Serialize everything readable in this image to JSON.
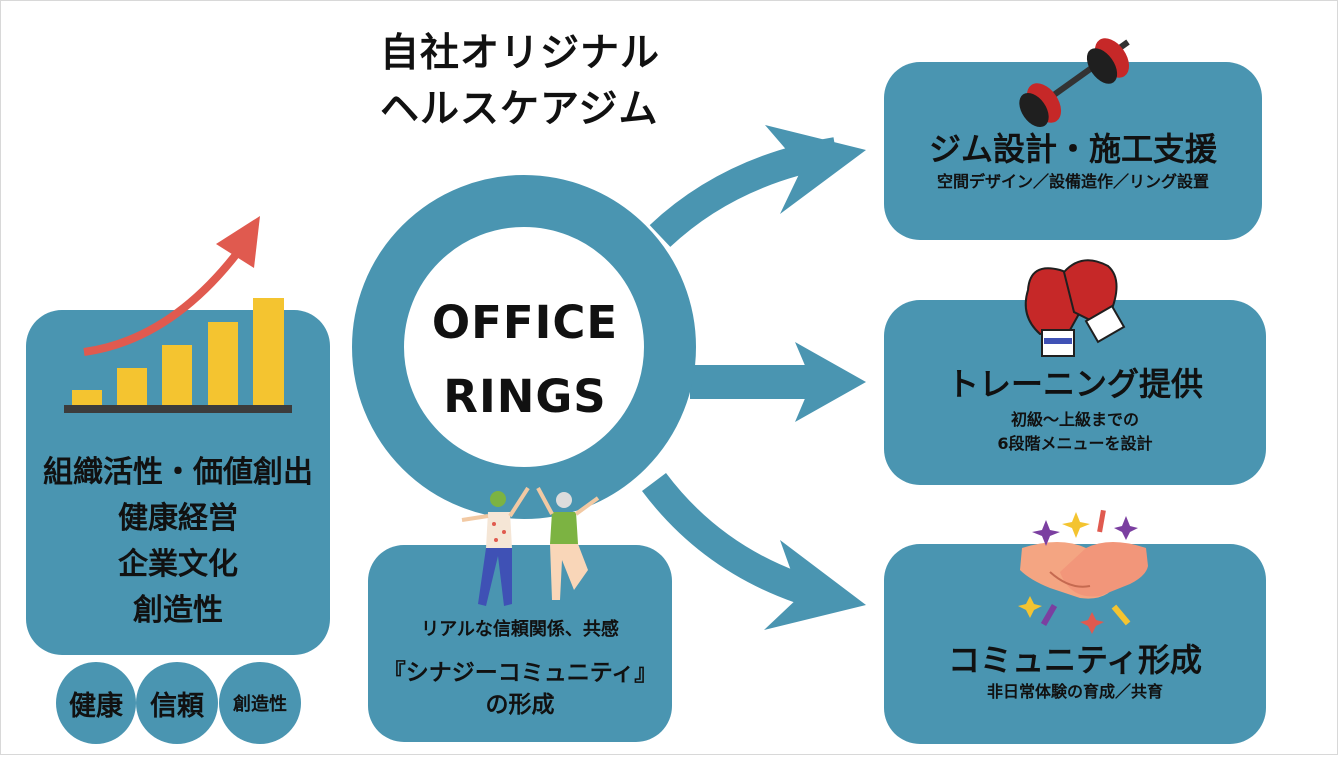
{
  "title": {
    "line1": "自社オリジナル",
    "line2": "ヘルスケアジム"
  },
  "ring": {
    "line1": "OFFICE",
    "line2": "RINGS"
  },
  "left_box": {
    "lines": [
      "組織活性・価値創出",
      "健康経営",
      "企業文化",
      "創造性"
    ]
  },
  "circles": [
    "健康",
    "信頼",
    "創造性"
  ],
  "gym": {
    "title": "ジム設計・施工支援",
    "sub": "空間デザイン／設備造作／リング設置"
  },
  "training": {
    "title": "トレーニング提供",
    "sub1": "初級〜上級までの",
    "sub2": "6段階メニューを設計"
  },
  "community": {
    "title": "コミュニティ形成",
    "sub": "非日常体験の育成／共育"
  },
  "bottom_box": {
    "line1": "リアルな信頼関係、共感",
    "line2": "『シナジーコミュニティ』",
    "line3": "の形成"
  },
  "colors": {
    "teal": "#4a95b1",
    "bar_yellow": "#f4c430",
    "arrow_red": "#e05a4f",
    "glove_red": "#c62828"
  },
  "icons": [
    "growth-chart-icon",
    "barbell-icon",
    "boxing-gloves-icon",
    "handshake-icon",
    "people-celebrating-icon"
  ]
}
